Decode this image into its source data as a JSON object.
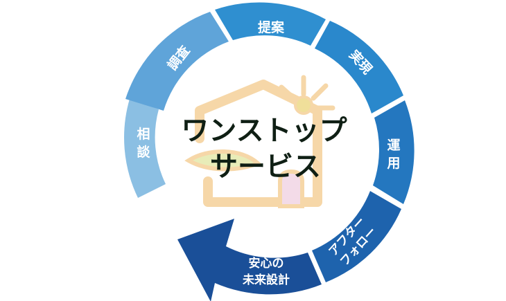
{
  "center": {
    "title_line1": "ワンストップ",
    "title_line2": "サービス"
  },
  "segments": [
    {
      "id": "soudan",
      "label_lines": [
        "相",
        "談"
      ],
      "color": "#8bbfe3"
    },
    {
      "id": "chousa",
      "label_lines": [
        "調査"
      ],
      "color": "#5fa4d9"
    },
    {
      "id": "teian",
      "label_lines": [
        "提案"
      ],
      "color": "#2f8fd0"
    },
    {
      "id": "jitsugen",
      "label_lines": [
        "実現"
      ],
      "color": "#2a88cc"
    },
    {
      "id": "unyou",
      "label_lines": [
        "運",
        "用"
      ],
      "color": "#2477bf"
    },
    {
      "id": "after",
      "label_lines": [
        "アフター",
        "フォロー"
      ],
      "color": "#1e63ad"
    },
    {
      "id": "mirai",
      "label_lines": [
        "安心の",
        "未来設計"
      ],
      "color": "#1a4f98"
    }
  ],
  "colors": {
    "house_outline": "#f6d7a8",
    "sun": "#f0df9a",
    "door": "#f3dbe8",
    "leaf": "#e8ecb8"
  }
}
